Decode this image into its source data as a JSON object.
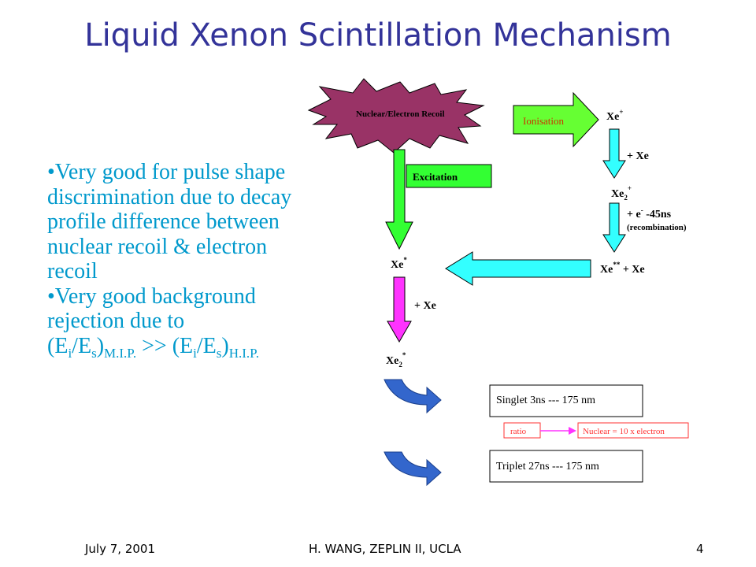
{
  "slide": {
    "title": "Liquid Xenon Scintillation Mechanism",
    "bullets": {
      "b1": "•Very good for pulse shape discrimination due to decay profile difference between nuclear recoil & electron recoil",
      "b2": "•Very good background rejection due to"
    },
    "formula": {
      "open": "(E",
      "i": "i",
      "slash": "/E",
      "s": "s",
      "close": ")",
      "mip": "M.I.P.",
      "gtgt": " >> ",
      "hip": "H.I.P."
    }
  },
  "diagram": {
    "recoil_label": "Nuclear/Electron Recoil",
    "ionisation_label": "Ionisation",
    "excitation_label": "Excitation",
    "xe_plus": {
      "base": "Xe",
      "sup": "+"
    },
    "plus_xe_1": "+ Xe",
    "xe2_plus": {
      "base": "Xe",
      "sub": "2",
      "sup": "+"
    },
    "recomb_line": {
      "pre": "+ e",
      "sup": "-",
      "post": " -45ns"
    },
    "recomb_note": "(recombination)",
    "xe_double_star": {
      "base": "Xe",
      "sup": "**",
      "post": " + Xe"
    },
    "xe_star": {
      "base": "Xe",
      "sup": "*"
    },
    "plus_xe_2": "+ Xe",
    "xe2_star": {
      "base": "Xe",
      "sub": "2",
      "sup": "*"
    },
    "singlet": "Singlet 3ns --- 175 nm",
    "ratio": "ratio",
    "nuclear_ratio": "Nuclear = 10 x electron",
    "triplet": "Triplet 27ns --- 175 nm",
    "colors": {
      "recoil_fill": "#993366",
      "ionisation_fill": "#66ff33",
      "excitation_green": "#33ff33",
      "cyan_arrow": "#33ffff",
      "magenta_arrow": "#ff33ff",
      "blue_curve": "#3366cc",
      "red_border": "#ff3333",
      "title": "#333399",
      "bullet_text": "#0099cc"
    }
  },
  "footer": {
    "date": "July 7, 2001",
    "author": "H. WANG, ZEPLIN II, UCLA",
    "page": "4"
  }
}
